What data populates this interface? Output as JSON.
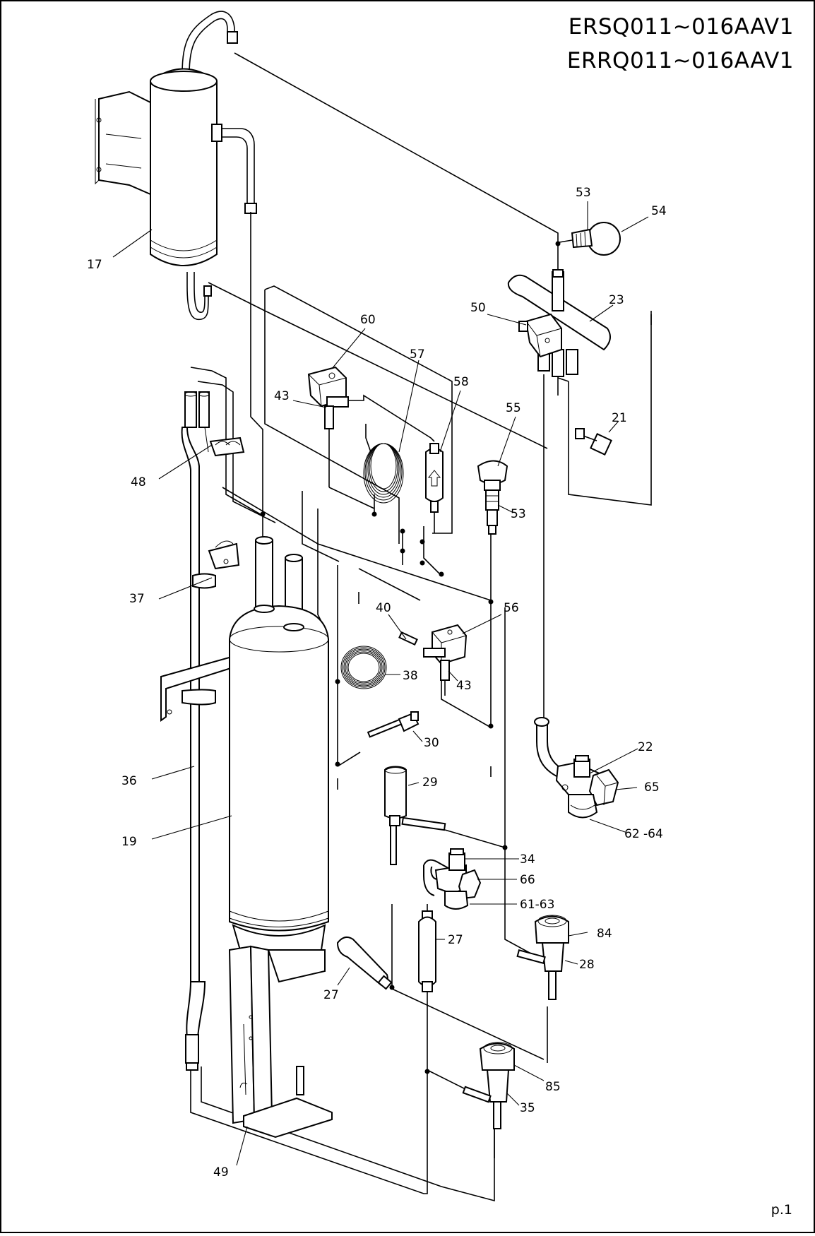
{
  "title": {
    "line1": "ERSQ011~016AAV1",
    "line2": "ERRQ011~016AAV1"
  },
  "page_number": "p.1",
  "part_labels": {
    "p17": "17",
    "p53a": "53",
    "p54": "54",
    "p23": "23",
    "p50": "50",
    "p60": "60",
    "p57": "57",
    "p58": "58",
    "p43a": "43",
    "p55": "55",
    "p21": "21",
    "p48": "48",
    "p53b": "53",
    "p37": "37",
    "p40": "40",
    "p56": "56",
    "p38": "38",
    "p43b": "43",
    "p30": "30",
    "p22": "22",
    "p36": "36",
    "p65": "65",
    "p29": "29",
    "p19": "19",
    "p6264": "62 -64",
    "p34": "34",
    "p66": "66",
    "p6163": "61-63",
    "p27a": "27",
    "p84": "84",
    "p28": "28",
    "p27b": "27",
    "p85": "85",
    "p35": "35",
    "p49": "49"
  }
}
